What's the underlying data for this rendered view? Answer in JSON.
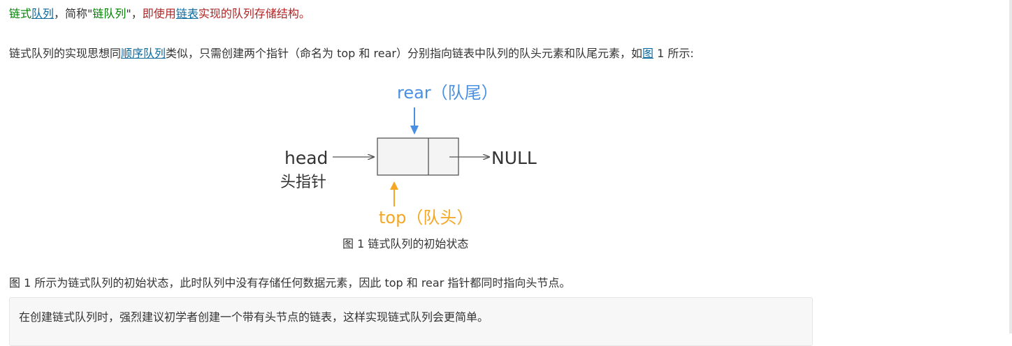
{
  "intro": {
    "t1": "链式",
    "link_queue": "队列",
    "t2": "，简称\"",
    "t3": "链队列",
    "t4": "\"，",
    "t5": "即使用",
    "link_list": "链表",
    "t6": "实现的队列存储结构。"
  },
  "para2": {
    "t1": "链式队列的实现思想同",
    "link_seq_queue": "顺序队列",
    "t2": "类似，只需创建两个指针（命名为 top 和 rear）分别指向链表中队列的队头元素和队尾元素，如",
    "link_fig": "图",
    "t3": " 1 所示:"
  },
  "figure": {
    "rear_label": "rear（队尾）",
    "head_label": "head",
    "head_sub": "头指针",
    "null_label": "NULL",
    "top_label": "top（队头）",
    "caption": "图 1 链式队列的初始状态"
  },
  "para3": "图 1 所示为链式队列的初始状态，此时队列中没有存储任何数据元素，因此 top 和 rear 指针都同时指向头节点。",
  "note": "在创建链式队列时，强烈建议初学者创建一个带有头节点的链表，这样实现链式队列会更简单。",
  "colors": {
    "rear": "#4a90e2",
    "top": "#f5a623",
    "green_text": "#008000",
    "red_text": "#b22222",
    "link": "#0d6a9f"
  }
}
